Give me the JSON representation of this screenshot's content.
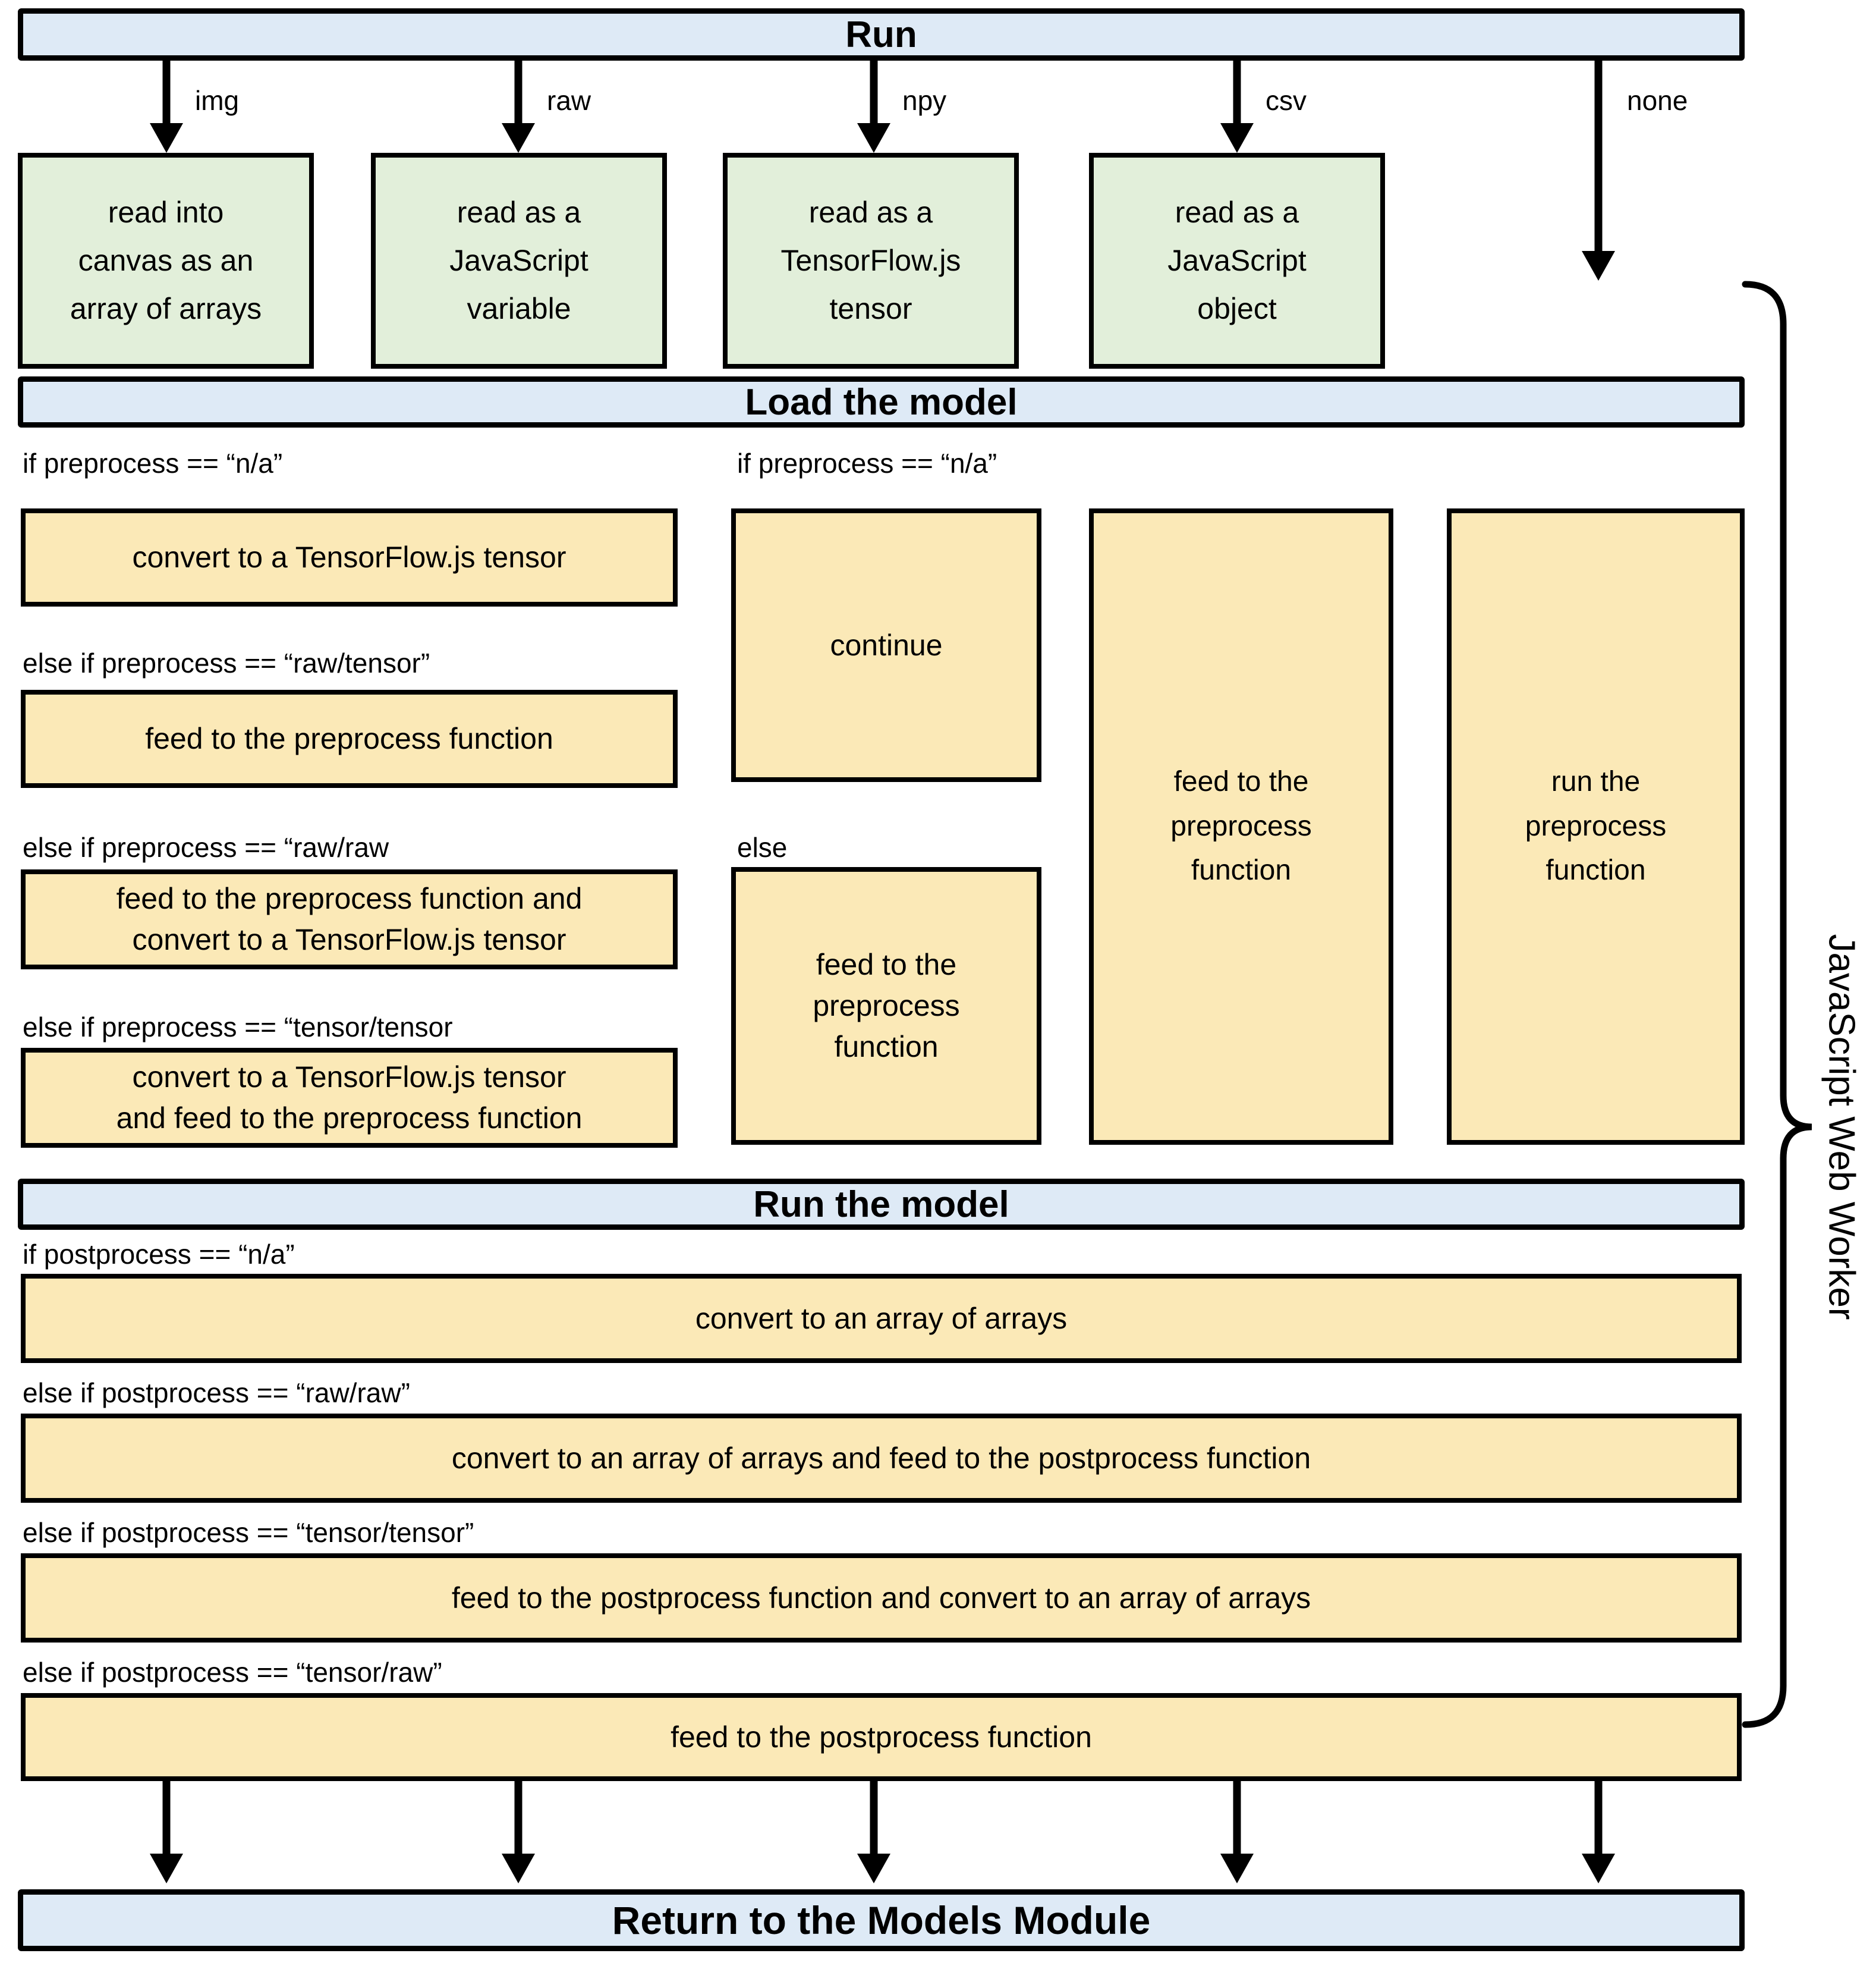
{
  "title_bars": {
    "run": "Run",
    "load": "Load the model",
    "run_model": "Run the model",
    "return": "Return to the Models Module"
  },
  "worker_label": "JavaScript Web Worker",
  "colors": {
    "bar_fill": "#deeaf6",
    "green_fill": "#e2efda",
    "yellow_fill": "#fbe9b7",
    "line": "#000000"
  },
  "inputs": [
    {
      "arrow": "img",
      "box": "read into\ncanvas as an\narray of arrays"
    },
    {
      "arrow": "raw",
      "box": "read as a\nJavaScript\nvariable"
    },
    {
      "arrow": "npy",
      "box": "read as a\nTensorFlow.js\ntensor"
    },
    {
      "arrow": "csv",
      "box": "read as a\nJavaScript\nobject"
    },
    {
      "arrow": "none",
      "box": null
    }
  ],
  "preprocess": {
    "col1": [
      {
        "label": "if preprocess == “n/a”",
        "box": "convert to a TensorFlow.js tensor"
      },
      {
        "label": "else if preprocess == “raw/tensor”",
        "box": "feed to the preprocess function"
      },
      {
        "label": "else if preprocess == “raw/raw",
        "box": "feed to the preprocess function and\nconvert to a TensorFlow.js tensor"
      },
      {
        "label": "else if preprocess == “tensor/tensor",
        "box": "convert to a TensorFlow.js tensor\nand feed to the preprocess function"
      }
    ],
    "col2": [
      {
        "label": "if preprocess == “n/a”",
        "box": "continue"
      },
      {
        "label": "else",
        "box": "feed to the\npreprocess\nfunction"
      }
    ],
    "col3": {
      "box": "feed to the\npreprocess\nfunction"
    },
    "col4": {
      "box": "run the\npreprocess\nfunction"
    }
  },
  "postprocess": [
    {
      "label": "if postprocess == “n/a”",
      "box": "convert to an array of arrays"
    },
    {
      "label": "else if postprocess == “raw/raw”",
      "box": "convert to an array of arrays and feed to the postprocess function"
    },
    {
      "label": "else if postprocess == “tensor/tensor”",
      "box": "feed to the postprocess function and convert to an array of arrays"
    },
    {
      "label": "else if postprocess == “tensor/raw”",
      "box": "feed to the postprocess function"
    }
  ]
}
